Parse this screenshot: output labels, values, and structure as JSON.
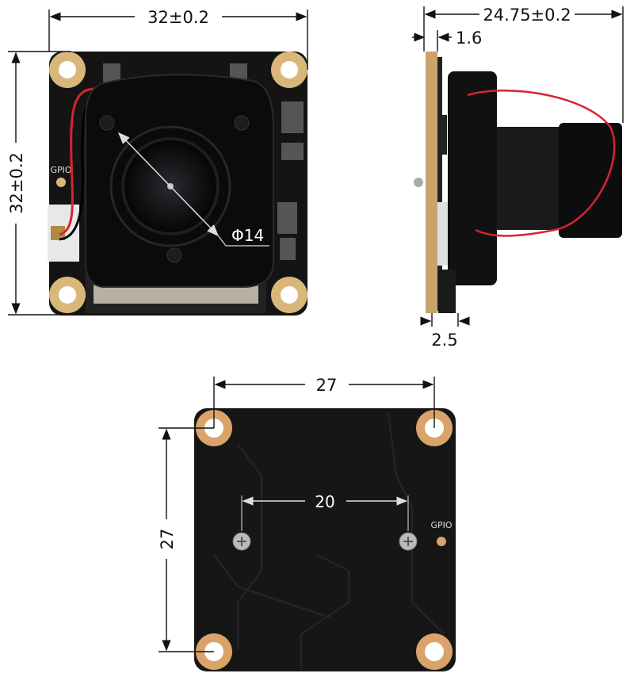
{
  "front_view": {
    "width_label": "32±0.2",
    "height_label": "32±0.2",
    "lens_diameter_label": "Φ14",
    "gpio_label": "GPIO"
  },
  "side_view": {
    "depth_label": "24.75±0.2",
    "pcb_thickness_label": "1.6",
    "connector_offset_label": "2.5"
  },
  "back_view": {
    "hole_spacing_x_label": "27",
    "hole_spacing_y_label": "27",
    "screw_spacing_label": "20",
    "gpio_label": "GPIO"
  },
  "colors": {
    "pcb": "#111111",
    "pad": "#d9b77a",
    "wire_red": "#d8242e",
    "pcb_edge": "#c9a46a"
  }
}
